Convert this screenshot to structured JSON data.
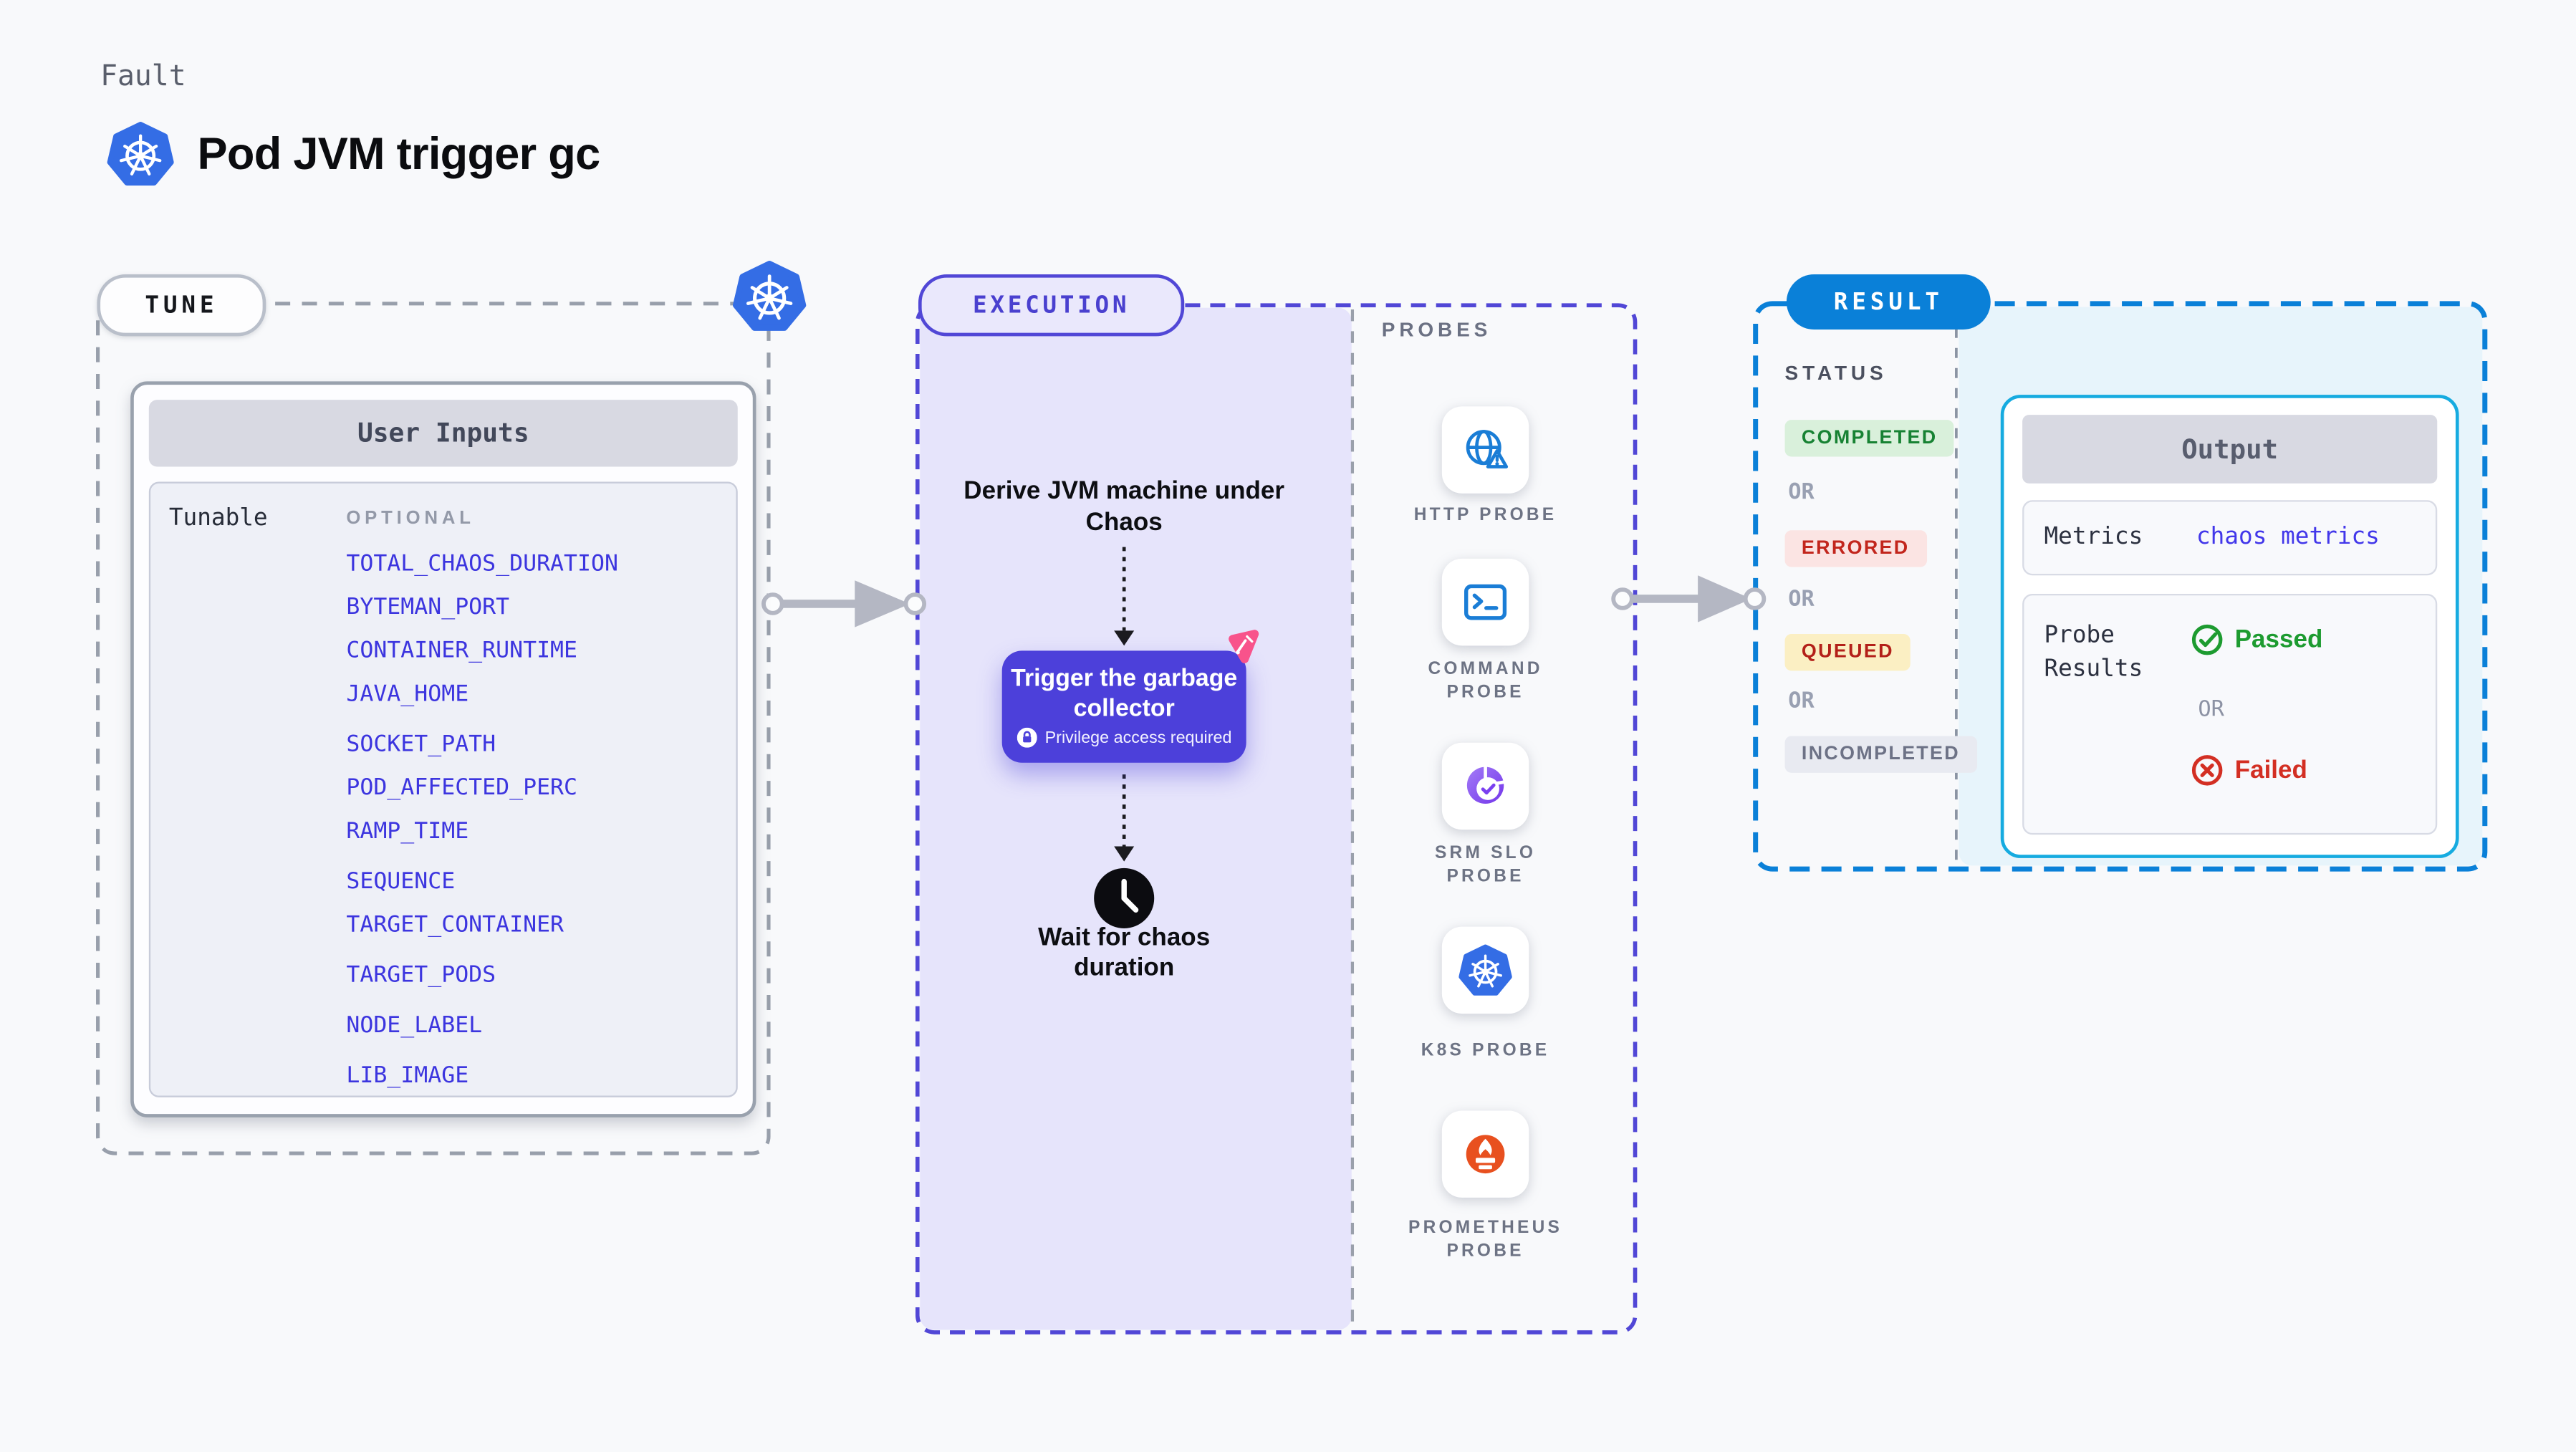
{
  "header": {
    "eyebrow": "Fault",
    "title": "Pod JVM trigger gc",
    "title_icon": "kubernetes-icon"
  },
  "tune": {
    "pill": "TUNE",
    "corner_icon": "kubernetes-icon",
    "card_title": "User Inputs",
    "row_label": "Tunable",
    "column_label": "OPTIONAL",
    "params": [
      "TOTAL_CHAOS_DURATION",
      "BYTEMAN_PORT",
      "CONTAINER_RUNTIME",
      "JAVA_HOME",
      "SOCKET_PATH",
      "POD_AFFECTED_PERC",
      "RAMP_TIME",
      "SEQUENCE",
      "TARGET_CONTAINER",
      "TARGET_PODS",
      "NODE_LABEL",
      "LIB_IMAGE"
    ]
  },
  "execution": {
    "pill": "EXECUTION",
    "derive_label": "Derive JVM machine under Chaos",
    "node": {
      "title": "Trigger the garbage collector",
      "privilege_note": "Privilege access required",
      "lock_icon": "lock-icon",
      "corner_icon": "chaos-experiment-icon"
    },
    "wait_label": "Wait for chaos duration",
    "wait_icon": "clock-icon"
  },
  "probes": {
    "label": "PROBES",
    "items": [
      {
        "label": "HTTP PROBE",
        "icon": "globe-alert-icon"
      },
      {
        "label": "COMMAND PROBE",
        "icon": "terminal-icon"
      },
      {
        "label": "SRM SLO PROBE",
        "icon": "slo-pie-check-icon"
      },
      {
        "label": "K8S PROBE",
        "icon": "kubernetes-icon"
      },
      {
        "label": "PROMETHEUS PROBE",
        "icon": "prometheus-icon"
      }
    ]
  },
  "result": {
    "pill": "RESULT",
    "status_label": "STATUS",
    "or_label": "OR",
    "statuses": [
      {
        "label": "COMPLETED",
        "bg": "#d9f0db",
        "color": "#178233"
      },
      {
        "label": "ERRORED",
        "bg": "#fbe4e3",
        "color": "#c2261d"
      },
      {
        "label": "QUEUED",
        "bg": "#fbefc3",
        "color": "#b32019"
      },
      {
        "label": "INCOMPLETED",
        "bg": "#e8eaf1",
        "color": "#6d7286"
      }
    ],
    "output": {
      "title": "Output",
      "metrics_label": "Metrics",
      "metrics_value": "chaos metrics",
      "probe_results_label": "Probe Results",
      "passed_label": "Passed",
      "or_label": "OR",
      "failed_label": "Failed",
      "passed_icon": "check-circle-icon",
      "failed_icon": "x-circle-icon"
    }
  },
  "colors": {
    "page_bg": "#f8f9fb",
    "tune_dash": "#989fab",
    "execution_accent": "#5147d6",
    "execution_fill": "#e6e4fb",
    "node_fill": "#4c40da",
    "chaos_pink": "#f8538b",
    "result_accent": "#0a80d8",
    "output_border": "#16abe0",
    "output_fill": "#e7f4fb",
    "param_link": "#3c35df",
    "kubernetes_blue": "#346de5",
    "probe_icon_blue": "#1a7dd6",
    "srm_purple": "#8a57f0",
    "prometheus_orange": "#e8501f",
    "arrow_gray": "#b4b7c3",
    "passed_green": "#1d9b30",
    "failed_red": "#d32f23"
  }
}
